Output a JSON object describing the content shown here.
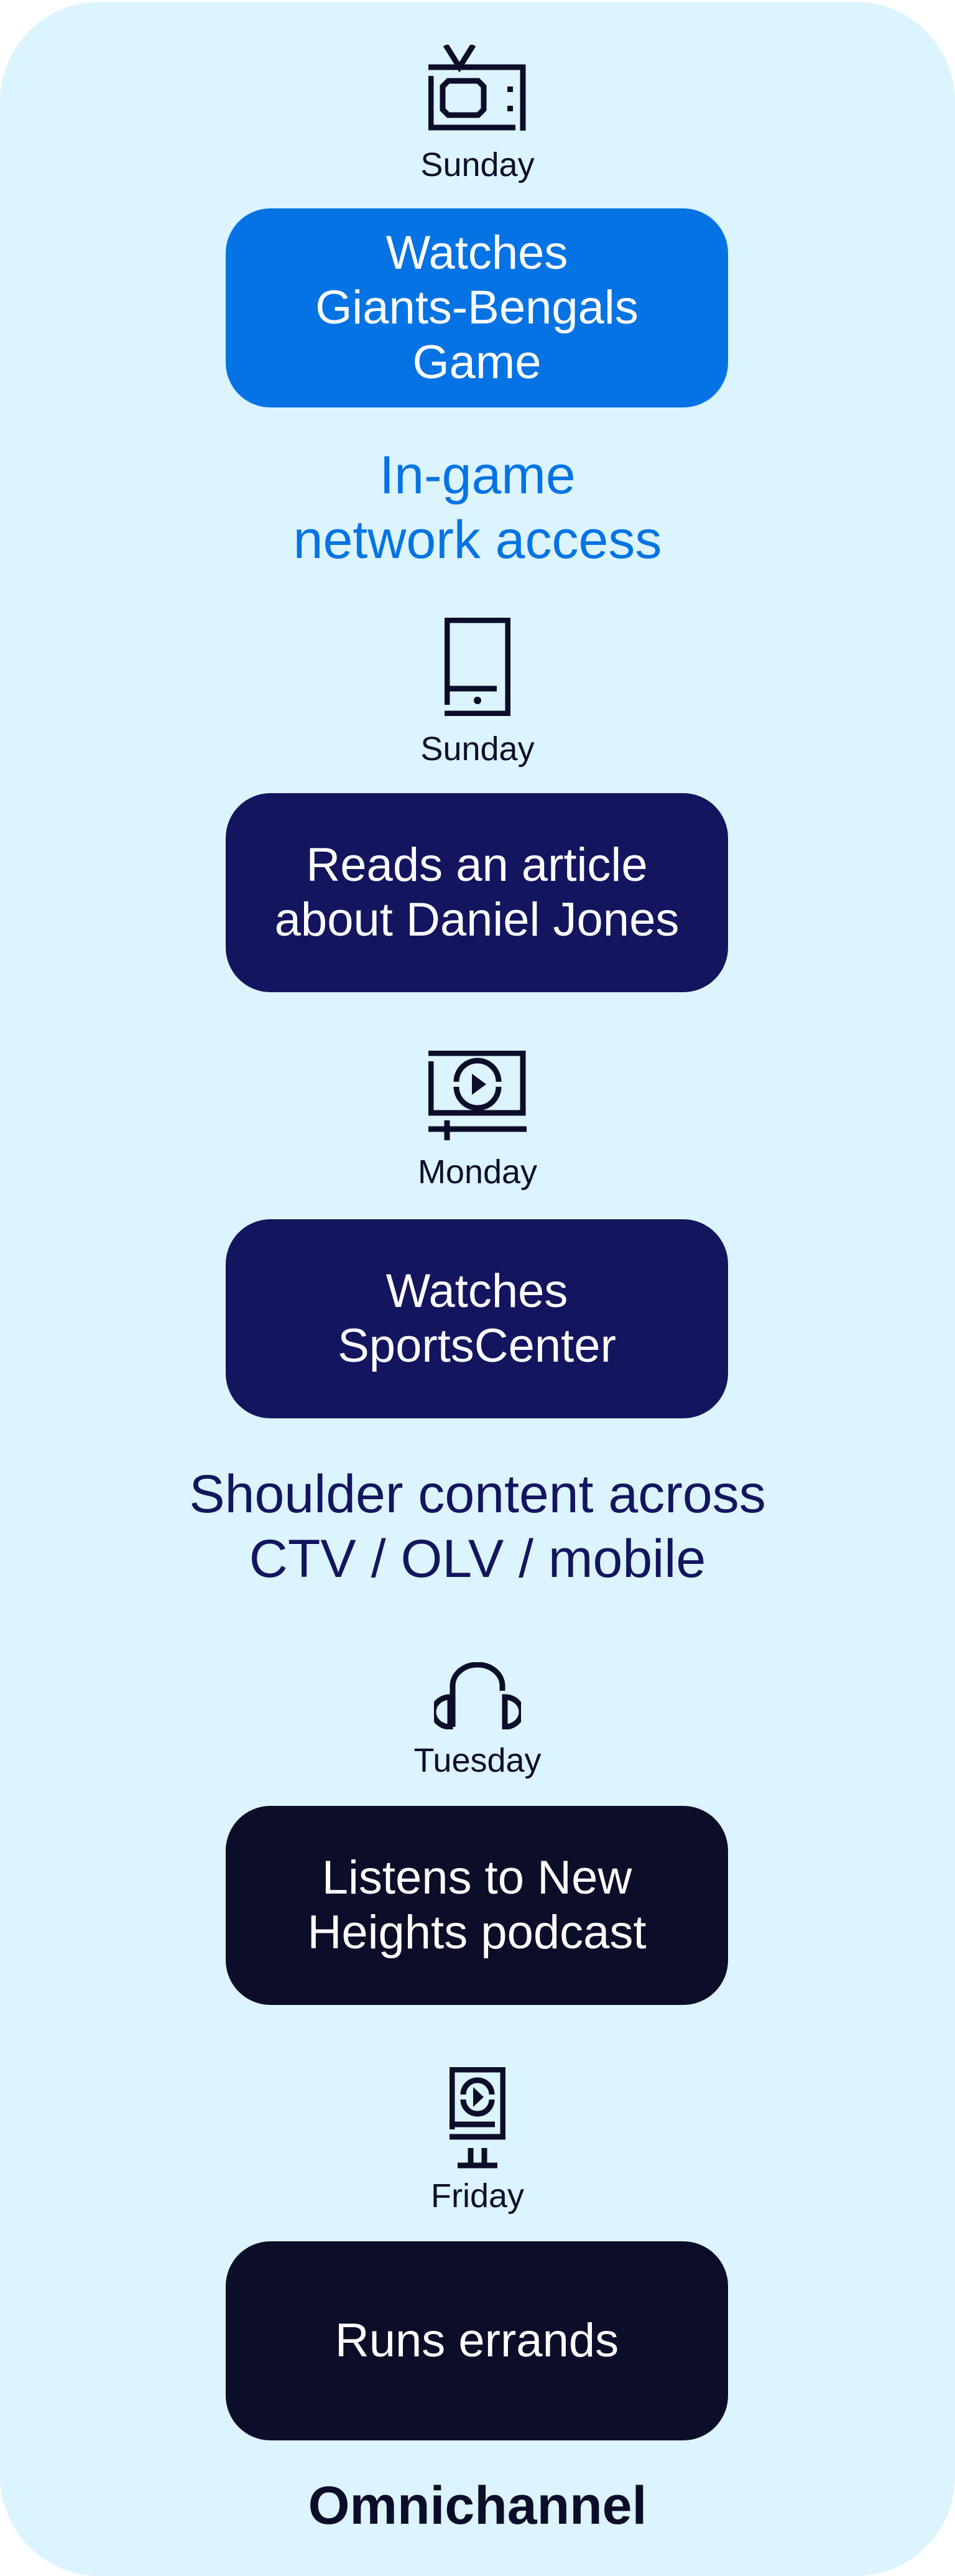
{
  "colors": {
    "panel_background": "#dcf4fe",
    "primary_blue": "#0573e3",
    "navy": "#13155f",
    "dark_ink": "#0c0d28",
    "box_text": "#ffffff"
  },
  "steps": [
    {
      "icon": "tv-icon",
      "day": "Sunday",
      "activity": "Watches\nGiants-Bengals\nGame",
      "box_color": "#0573e3"
    },
    {
      "icon": "smartphone-icon",
      "day": "Sunday",
      "activity": "Reads an article\nabout Daniel Jones",
      "box_color": "#13155f"
    },
    {
      "icon": "video-player-icon",
      "day": "Monday",
      "activity": "Watches\nSportsCenter",
      "box_color": "#13155f"
    },
    {
      "icon": "headphones-icon",
      "day": "Tuesday",
      "activity": "Listens to New\nHeights podcast",
      "box_color": "#0c0d28"
    },
    {
      "icon": "digital-kiosk-icon",
      "day": "Friday",
      "activity": "Runs errands",
      "box_color": "#0c0d28"
    }
  ],
  "callouts": [
    {
      "text": "In-game\nnetwork access",
      "color": "#0573e3"
    },
    {
      "text": "Shoulder content across\nCTV / OLV / mobile",
      "color": "#13155f"
    }
  ],
  "footer": {
    "label": "Omnichannel"
  }
}
